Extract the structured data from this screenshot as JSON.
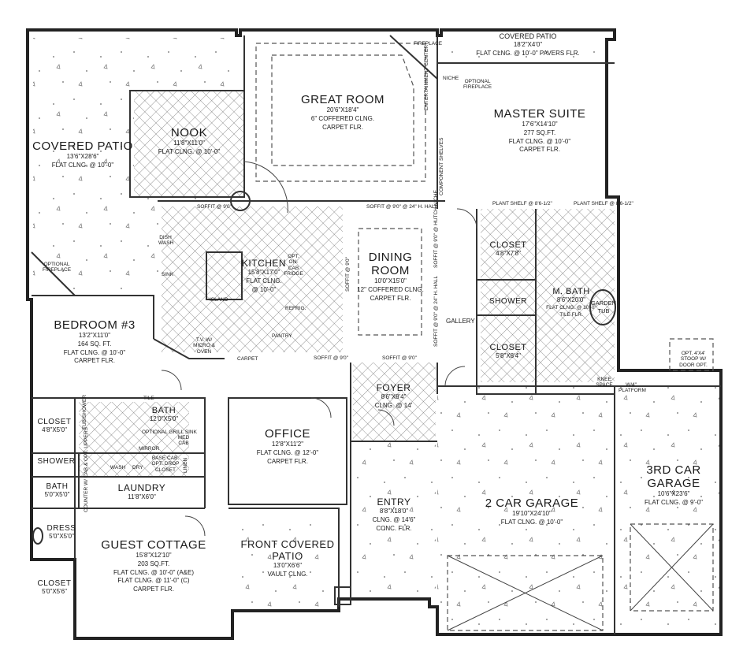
{
  "rooms": {
    "covered_patio_left": {
      "name": "COVERED PATIO",
      "lines": [
        "13'6\"X28'6\"",
        "FLAT CLNG. @ 10'-0\""
      ]
    },
    "great_room": {
      "name": "GREAT ROOM",
      "lines": [
        "20'6\"X18'4\"",
        "6\" COFFERED CLNG.",
        "CARPET FLR."
      ]
    },
    "covered_patio_top": {
      "name": "COVERED PATIO",
      "lines": [
        "18'2\"X4'0\"",
        "FLAT CLNG. @ 10'-0\" PAVERS FLR."
      ]
    },
    "master_suite": {
      "name": "MASTER SUITE",
      "lines": [
        "17'6\"X14'10\"",
        "277 SQ.FT.",
        "FLAT CLNG. @ 10'-0\"",
        "CARPET FLR."
      ]
    },
    "nook": {
      "name": "NOOK",
      "lines": [
        "11'8\"X11'0\"",
        "FLAT CLNG. @ 10'-0\""
      ]
    },
    "kitchen": {
      "name": "KITCHEN",
      "lines": [
        "15'8\"X17'0\"",
        "FLAT CLNG.",
        "@ 10'-0\""
      ]
    },
    "dining_room": {
      "name": "DINING ROOM",
      "lines": [
        "10'0\"X15'0\"",
        "12\" COFFERED CLNG.",
        "CARPET FLR."
      ]
    },
    "bedroom3": {
      "name": "BEDROOM #3",
      "lines": [
        "13'2\"X11'0\"",
        "164 SQ. FT.",
        "FLAT CLNG. @ 10'-0\"",
        "CARPET FLR."
      ]
    },
    "closet_master": {
      "name": "CLOSET",
      "lines": [
        "4'8\"X7'8\""
      ]
    },
    "m_bath": {
      "name": "M. BATH",
      "lines": [
        "8'6\"X20'0\"",
        "FLAT CLNG. @ 10'-0\"",
        "TILE FLR."
      ]
    },
    "shower_master": {
      "name": "SHOWER",
      "lines": []
    },
    "garden_tub": {
      "name": "GARDEN TUB",
      "lines": []
    },
    "closet_master2": {
      "name": "CLOSET",
      "lines": [
        "5'8\"X8'4\""
      ]
    },
    "foyer": {
      "name": "FOYER",
      "lines": [
        "8'6\"X8'4\"",
        "CLNG. @ 14'"
      ]
    },
    "office": {
      "name": "OFFICE",
      "lines": [
        "12'8\"X11'2\"",
        "FLAT CLNG. @ 12'-0\"",
        "CARPET FLR."
      ]
    },
    "bath_guest": {
      "name": "BATH",
      "lines": [
        "12'0\"X5'0\""
      ]
    },
    "closet_bed3": {
      "name": "CLOSET",
      "lines": [
        "4'8\"X5'0\""
      ]
    },
    "shower_cottage": {
      "name": "SHOWER",
      "lines": []
    },
    "bath_cottage": {
      "name": "BATH",
      "lines": [
        "5'0\"X5'0\""
      ]
    },
    "laundry": {
      "name": "LAUNDRY",
      "lines": [
        "11'8\"X6'0\""
      ]
    },
    "entry": {
      "name": "ENTRY",
      "lines": [
        "8'8\"X18'0\"",
        "CLNG. @ 14'6\"",
        "CONC. FLR."
      ]
    },
    "two_car_garage": {
      "name": "2 CAR GARAGE",
      "lines": [
        "19'10\"X24'10\"",
        "FLAT CLNG. @ 10'-0\""
      ]
    },
    "third_car_garage": {
      "name": "3RD CAR GARAGE",
      "lines": [
        "10'6\"X23'6\"",
        "FLAT CLNG. @ 9'-0\""
      ]
    },
    "dress": {
      "name": "DRESS",
      "lines": [
        "5'0\"X5'0\""
      ]
    },
    "guest_cottage": {
      "name": "GUEST COTTAGE",
      "lines": [
        "15'8\"X12'10\"",
        "203 SQ.FT.",
        "FLAT CLNG. @ 10'-0\" (A&E)",
        "FLAT CLNG. @ 11'-0\" (C)",
        "CARPET FLR."
      ]
    },
    "front_covered_patio": {
      "name": "FRONT COVERED PATIO",
      "lines": [
        "13'0\"X6'6\"",
        "VAULT CLNG."
      ]
    },
    "closet_cottage": {
      "name": "CLOSET",
      "lines": [
        "5'0\"X5'6\""
      ]
    }
  },
  "notes": {
    "fireplace": "FIREPLACE",
    "optional_fireplace": "OPTIONAL FIREPLACE",
    "optional_fireplace_patio": "OPTIONAL FIREPLACE",
    "niche": "NICHE",
    "entertainment_center": "ENTERTAINMENT CENTER",
    "component_shelves": "COMPONENT SHELVES",
    "soffit_great": "SOFFIT @ 9'0\"",
    "soffit_hall": "SOFFIT @ 9'0\" @ 24\" H. HALL",
    "soffit_vert": "SOFFIT @ 9'0\"",
    "soffit_foyer_l": "SOFFIT @ 9'0\"",
    "soffit_foyer_r": "SOFFIT @ 9'0\"",
    "soffit_niche": "SOFFIT @ 9'0\" @ HUTCH NICHE",
    "soffit_gallery": "SOFFIT @ 9'0\" @ 24\" H. HALL",
    "gallery": "GALLERY",
    "plant_shelf_1": "PLANT SHELF @ 8'6-1/2\"",
    "plant_shelf_2": "PLANT SHELF @ 8'6-1/2\"",
    "opt_fridge": "OPT. ON-CAB FRIDGE",
    "refrig": "REFRIG.",
    "pantry": "PANTRY",
    "island": "ISLAND",
    "dish_wash": "DISH WASH",
    "sink": "SINK",
    "tv_micro": "T.V. W/ MICRO & OVEN",
    "carpet": "CARPET",
    "tile": "TILE",
    "tub_shower": "TUB/SHOWER",
    "optional_grill_sink": "OPTIONAL GRILL SINK",
    "med_cab": "MED CAB",
    "mirror": "MIRROR",
    "wash": "WASH",
    "dry": "DRY",
    "base_cab": "BASE CAB. OPT. DROP CLOSET",
    "linen": "LINEN",
    "counter_cab": "COUNTER W/ CAB & OPT. UPPERS",
    "knee_space": "KNEE SPACE",
    "opt_stoop": "OPT. 4'X4' STOOP W/ DOOR OPT.",
    "landing": "W/4\" PLATFORM"
  }
}
